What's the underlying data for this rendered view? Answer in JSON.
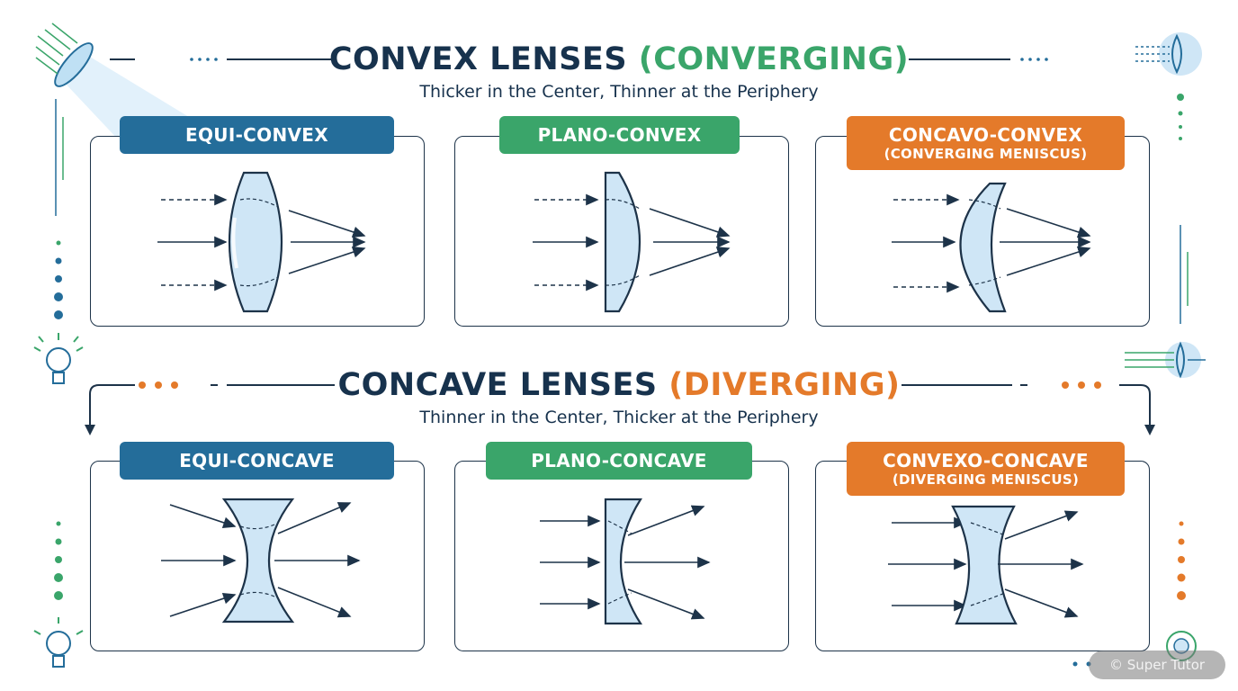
{
  "convex_section": {
    "title_main": "CONVEX LENSES",
    "title_accent": "(CONVERGING)",
    "subtitle": "Thicker in the Center, Thinner at the Periphery",
    "cards": [
      {
        "label_line1": "EQUI-CONVEX",
        "label_line2": ""
      },
      {
        "label_line1": "PLANO-CONVEX",
        "label_line2": ""
      },
      {
        "label_line1": "CONCAVO-CONVEX",
        "label_line2": "(CONVERGING MENISCUS)"
      }
    ]
  },
  "concave_section": {
    "title_main": "CONCAVE LENSES",
    "title_accent": "(DIVERGING)",
    "subtitle": "Thinner in the Center, Thicker at the Periphery",
    "cards": [
      {
        "label_line1": "EQUI-CONCAVE",
        "label_line2": ""
      },
      {
        "label_line1": "PLANO-CONCAVE",
        "label_line2": ""
      },
      {
        "label_line1": "CONVEXO-CONCAVE",
        "label_line2": "(DIVERGING MENISCUS)"
      }
    ]
  },
  "watermark": "© Super Tutor",
  "colors": {
    "navy": "#17324d",
    "blue": "#246d9a",
    "green": "#3aa56a",
    "orange": "#e47a2a",
    "lens_fill": "#cfe6f6",
    "lens_stroke": "#1d3349"
  },
  "icons": [
    "lightbulb-icon",
    "lens-light-icon",
    "sun-rays-icon"
  ]
}
